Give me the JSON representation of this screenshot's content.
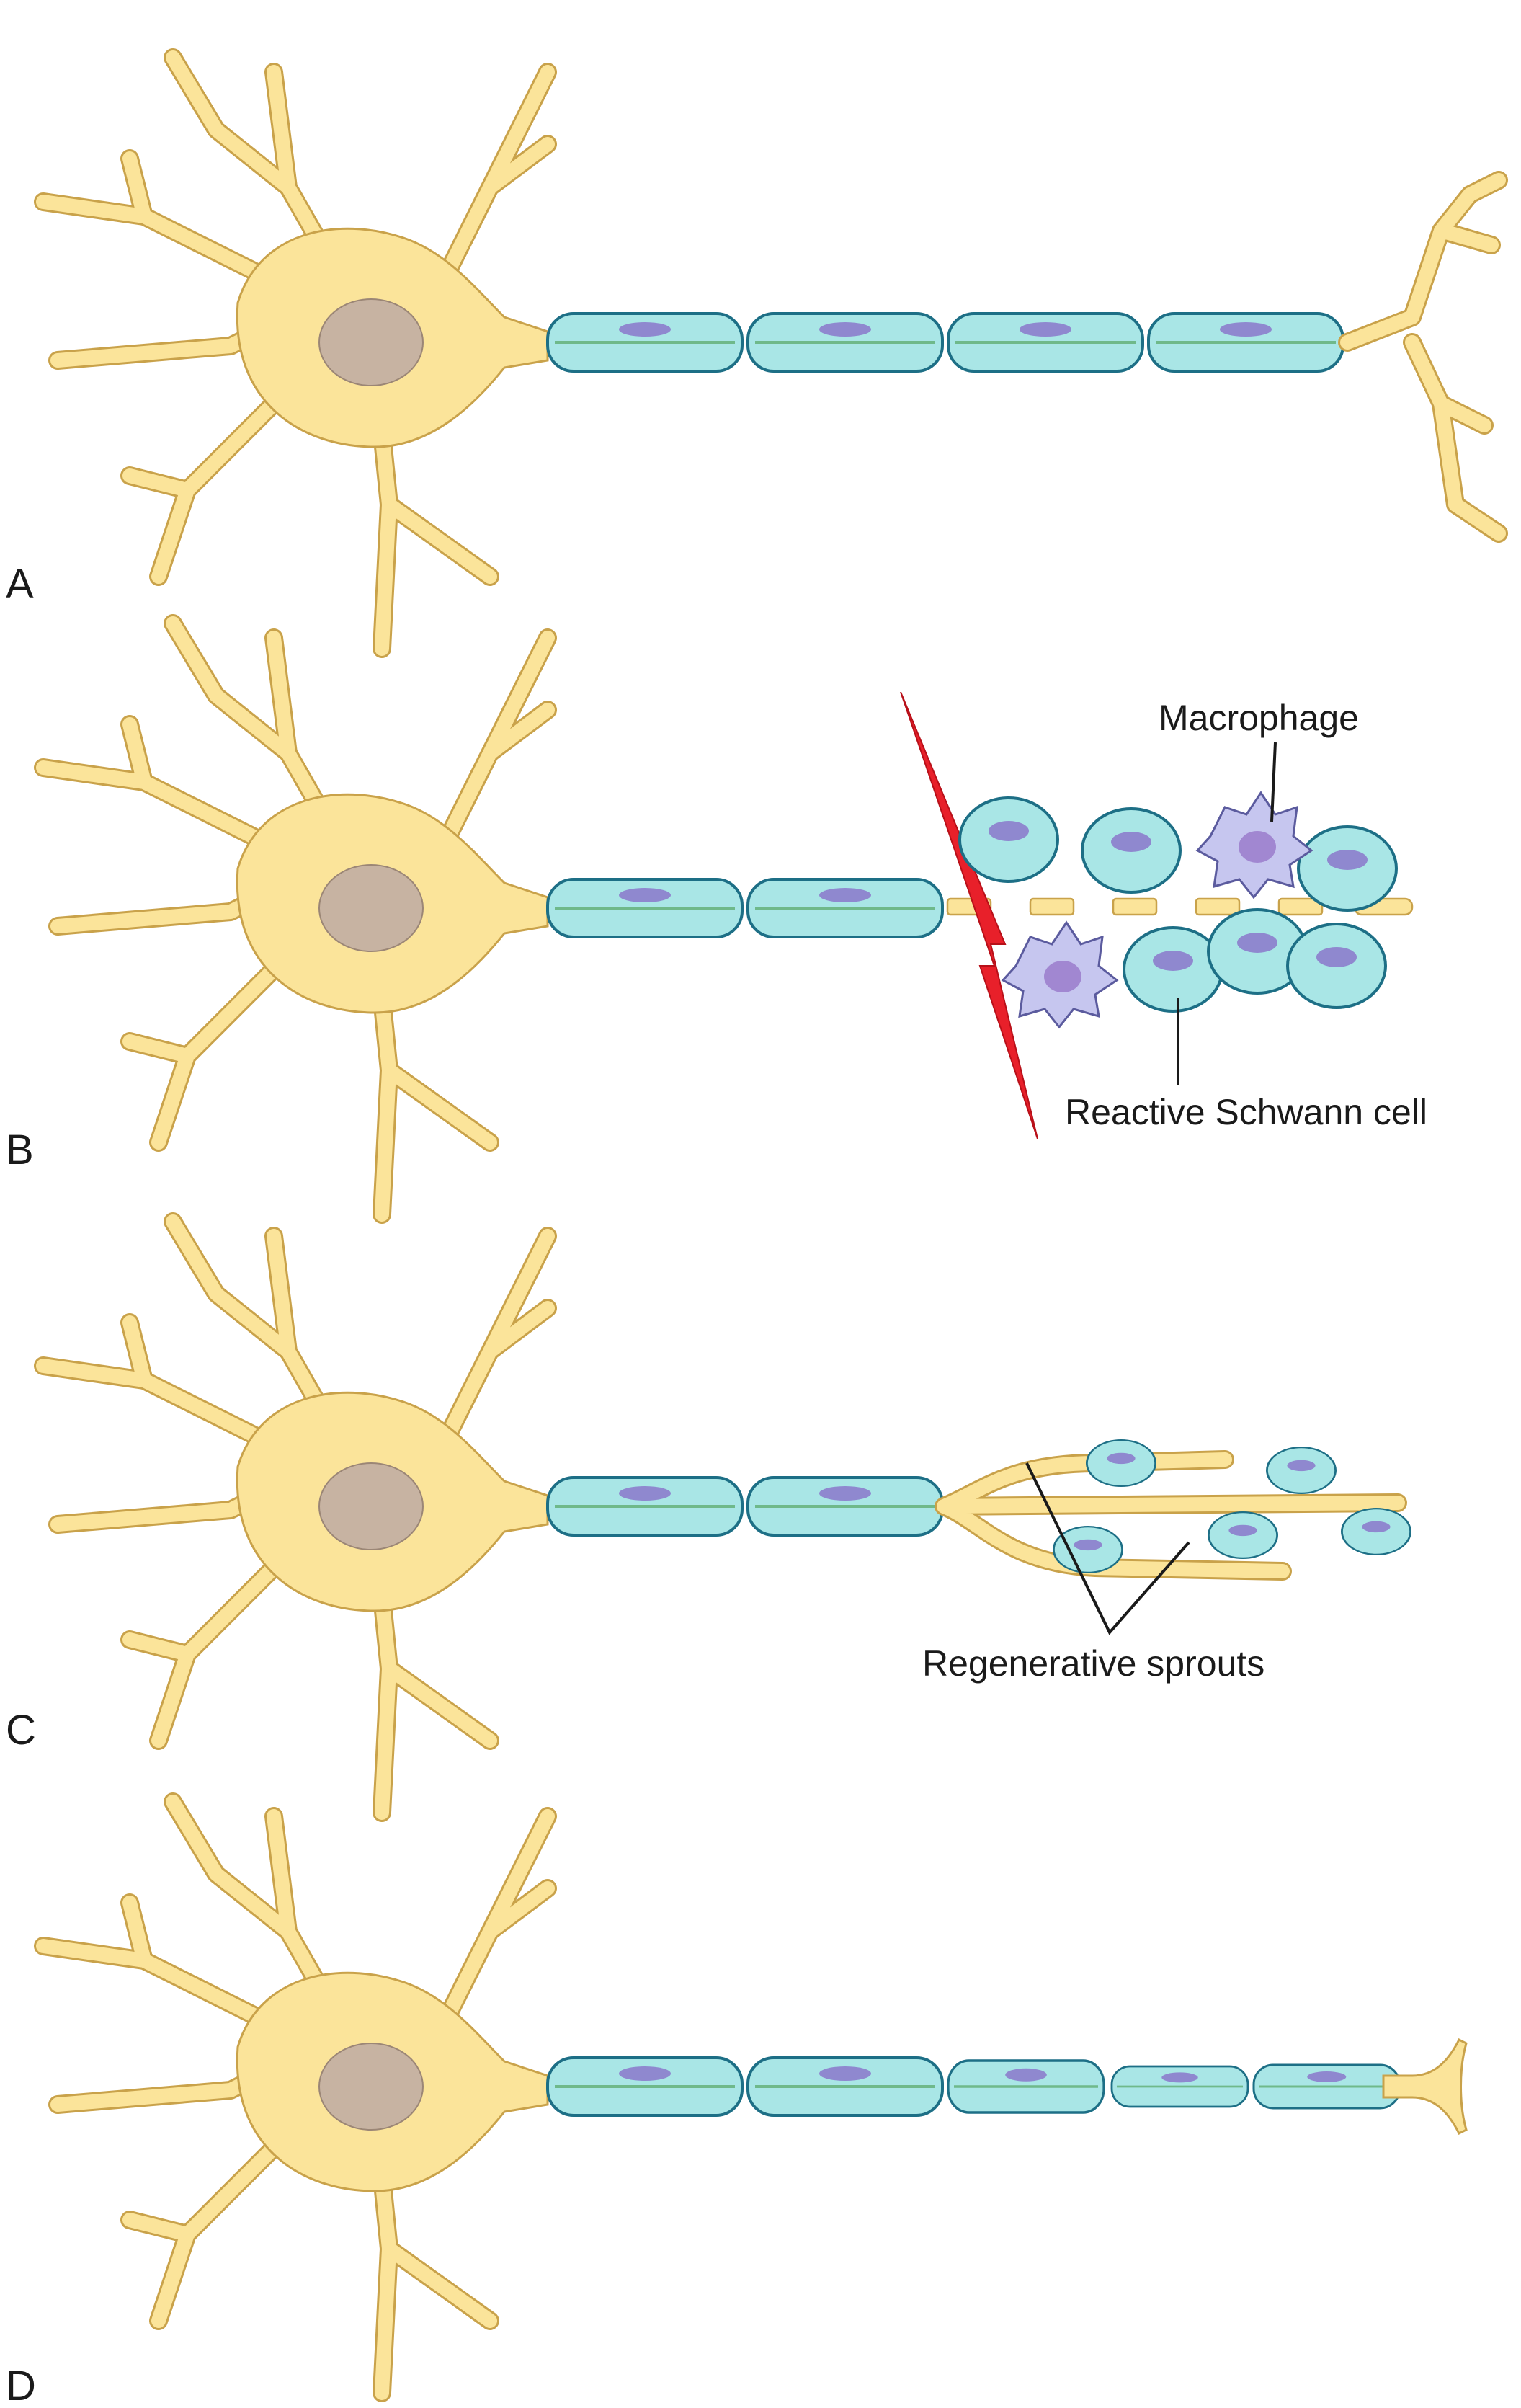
{
  "panels": [
    {
      "letter": "A"
    },
    {
      "letter": "B"
    },
    {
      "letter": "C"
    },
    {
      "letter": "D"
    }
  ],
  "labels": {
    "macrophage": "Macrophage",
    "reactive_schwann": "Reactive Schwann cell",
    "regenerative_sprouts": "Regenerative sprouts"
  },
  "colors": {
    "neuron": "#fbe49a",
    "neuron_outline": "#c9a24a",
    "schwann_cell": "#a9e6e6",
    "schwann_outline": "#1d6f86",
    "injury": "#e8202a",
    "macrophage": "#c6c6ef"
  }
}
